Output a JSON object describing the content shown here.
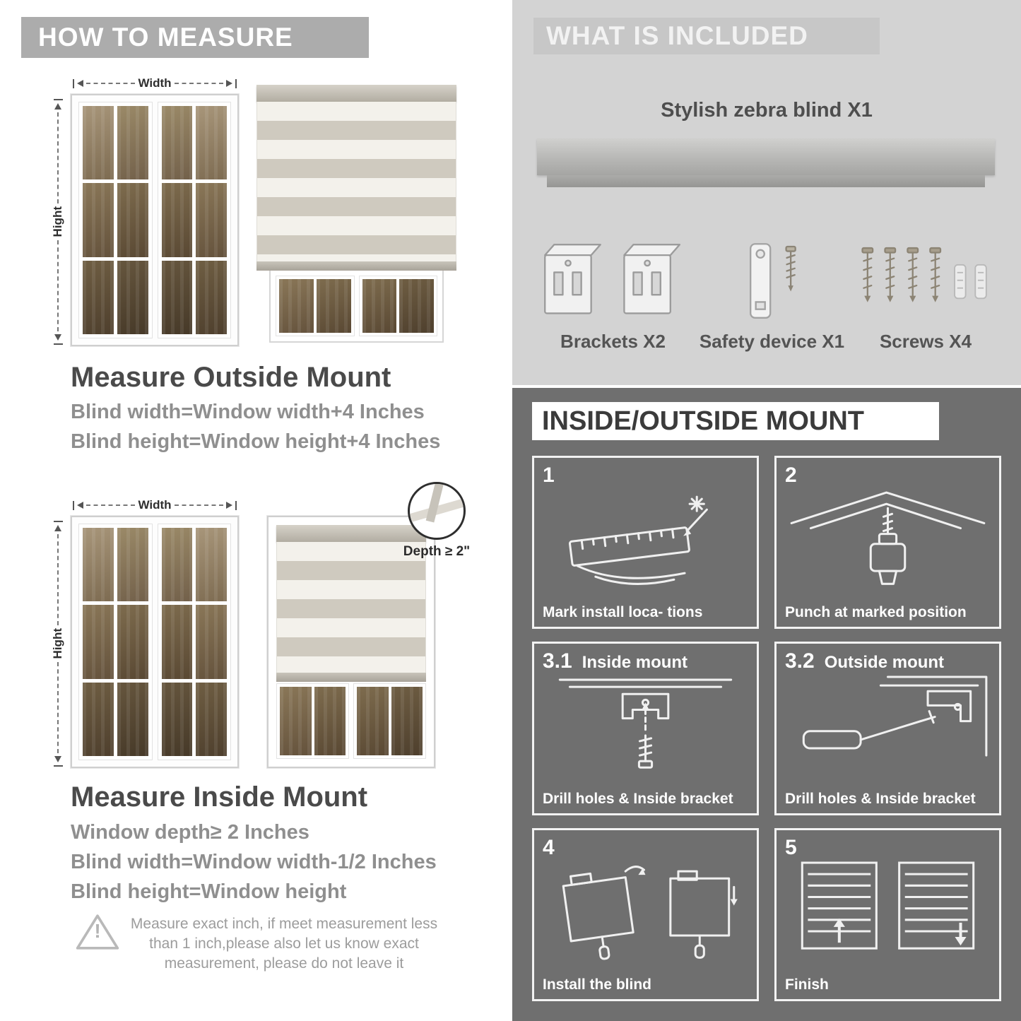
{
  "palette": {
    "banner_gray": "#acacac",
    "heading_dark": "#4a4a4a",
    "body_gray": "#8f8f8f",
    "included_bg": "#d3d3d3",
    "mount_bg": "#6f6f6f",
    "blind_stripe_gray": "#cfcabf",
    "blind_stripe_white": "#f3f1eb"
  },
  "left": {
    "header": "HOW TO MEASURE",
    "outside": {
      "width_label": "Width",
      "height_label": "Hight",
      "title": "Measure Outside Mount",
      "lines": [
        "Blind width=Window width+4 Inches",
        "Blind height=Window height+4 Inches"
      ]
    },
    "inside": {
      "width_label": "Width",
      "height_label": "Hight",
      "depth_callout": "Depth ≥ 2\"",
      "title": "Measure Inside Mount",
      "lines": [
        "Window depth≥ 2 Inches",
        "Blind width=Window width-1/2 Inches",
        "Blind height=Window height"
      ]
    },
    "warning": {
      "icon": "!",
      "text": "Measure exact inch, if meet measurement less than 1 inch,please also let us know exact measurement, please do not leave it"
    }
  },
  "right": {
    "included": {
      "header": "WHAT IS INCLUDED",
      "blind_label": "Stylish zebra blind X1",
      "items": [
        {
          "label": "Brackets X2"
        },
        {
          "label": "Safety device X1"
        },
        {
          "label": "Screws X4"
        }
      ]
    },
    "mount": {
      "header": "INSIDE/OUTSIDE MOUNT",
      "steps": [
        {
          "num": "1",
          "caption": "Mark install loca- tions"
        },
        {
          "num": "2",
          "caption": "Punch at marked position"
        },
        {
          "num": "3.1",
          "label": "Inside mount",
          "caption": "Drill holes & Inside bracket"
        },
        {
          "num": "3.2",
          "label": "Outside mount",
          "caption": "Drill holes & Inside bracket"
        },
        {
          "num": "4",
          "caption": "Install the blind"
        },
        {
          "num": "5",
          "caption": "Finish"
        }
      ]
    }
  }
}
